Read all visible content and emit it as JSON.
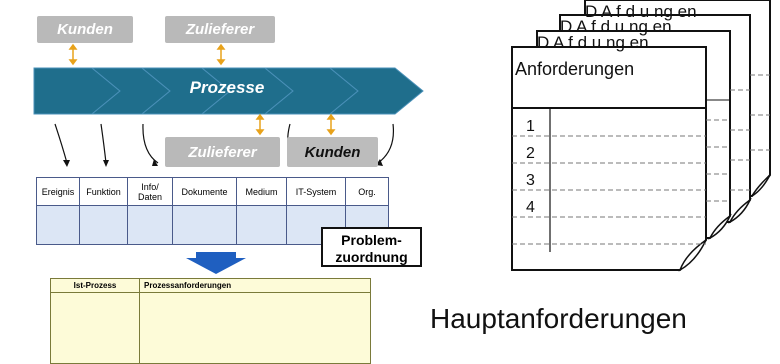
{
  "tags": {
    "kunden_top": "Kunden",
    "zulieferer_top": "Zulieferer",
    "zulieferer_bottom": "Zulieferer",
    "kunden_bottom": "Kunden"
  },
  "process_band": {
    "label": "Prozesse",
    "color": "#1f6e8c"
  },
  "steps_table": {
    "headers": [
      "Ereignis",
      "Funktion",
      "Info/ Daten",
      "Dokumente",
      "Medium",
      "IT-System",
      "Org."
    ]
  },
  "problem_box": {
    "line1": "Problem-",
    "line2": "zuordnung"
  },
  "req_table": {
    "col1": "Ist-Prozess",
    "col2": "Prozessanforderungen"
  },
  "documents": {
    "front_title": "Anforderungen",
    "back_title_partial": "D   A  f  d   u  ng  en",
    "rows": [
      "1",
      "2",
      "3",
      "4"
    ]
  },
  "caption": "Hauptanforderungen"
}
